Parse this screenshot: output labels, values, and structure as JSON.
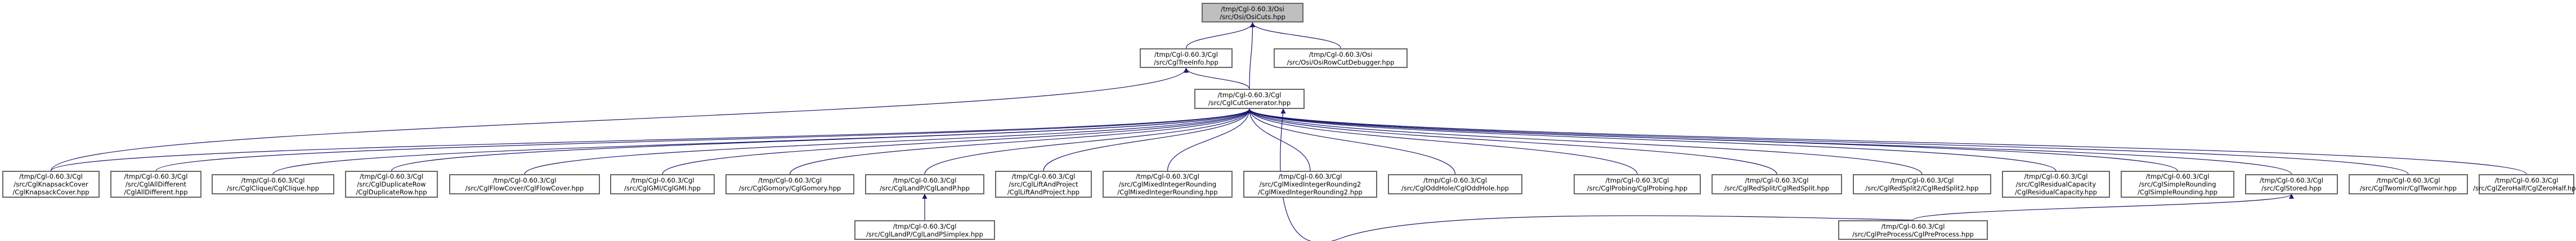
{
  "colors": {
    "edge": "#191970",
    "node_border": "#666666",
    "root_fill": "#bfbfbf",
    "node_fill": "#ffffff"
  },
  "nodes": {
    "root": {
      "l1": "/tmp/Cgl-0.60.3/Osi",
      "l2": "/src/Osi/OsiCuts.hpp"
    },
    "treeinfo": {
      "l1": "/tmp/Cgl-0.60.3/Cgl",
      "l2": "/src/CglTreeInfo.hpp"
    },
    "rowcutdbg": {
      "l1": "/tmp/Cgl-0.60.3/Osi",
      "l2": "/src/Osi/OsiRowCutDebugger.hpp"
    },
    "cutgen": {
      "l1": "/tmp/Cgl-0.60.3/Cgl",
      "l2": "/src/CglCutGenerator.hpp"
    },
    "knapsack": {
      "l1": "/tmp/Cgl-0.60.3/Cgl",
      "l2": "/src/CglKnapsackCover",
      "l3": "/CglKnapsackCover.hpp"
    },
    "alldiff": {
      "l1": "/tmp/Cgl-0.60.3/Cgl",
      "l2": "/src/CglAllDifferent",
      "l3": "/CglAllDifferent.hpp"
    },
    "clique": {
      "l1": "/tmp/Cgl-0.60.3/Cgl",
      "l2": "/src/CglClique/CglClique.hpp"
    },
    "duprow": {
      "l1": "/tmp/Cgl-0.60.3/Cgl",
      "l2": "/src/CglDuplicateRow",
      "l3": "/CglDuplicateRow.hpp"
    },
    "flowcover": {
      "l1": "/tmp/Cgl-0.60.3/Cgl",
      "l2": "/src/CglFlowCover/CglFlowCover.hpp"
    },
    "gmi": {
      "l1": "/tmp/Cgl-0.60.3/Cgl",
      "l2": "/src/CglGMI/CglGMI.hpp"
    },
    "gomory": {
      "l1": "/tmp/Cgl-0.60.3/Cgl",
      "l2": "/src/CglGomory/CglGomory.hpp"
    },
    "landp": {
      "l1": "/tmp/Cgl-0.60.3/Cgl",
      "l2": "/src/CglLandP/CglLandP.hpp"
    },
    "liftandproj": {
      "l1": "/tmp/Cgl-0.60.3/Cgl",
      "l2": "/src/CglLiftAndProject",
      "l3": "/CglLiftAndProject.hpp"
    },
    "mir": {
      "l1": "/tmp/Cgl-0.60.3/Cgl",
      "l2": "/src/CglMixedIntegerRounding",
      "l3": "/CglMixedIntegerRounding.hpp"
    },
    "mir2": {
      "l1": "/tmp/Cgl-0.60.3/Cgl",
      "l2": "/src/CglMixedIntegerRounding2",
      "l3": "/CglMixedIntegerRounding2.hpp"
    },
    "oddhole": {
      "l1": "/tmp/Cgl-0.60.3/Cgl",
      "l2": "/src/CglOddHole/CglOddHole.hpp"
    },
    "probing": {
      "l1": "/tmp/Cgl-0.60.3/Cgl",
      "l2": "/src/CglProbing/CglProbing.hpp"
    },
    "redsplit": {
      "l1": "/tmp/Cgl-0.60.3/Cgl",
      "l2": "/src/CglRedSplit/CglRedSplit.hpp"
    },
    "redsplit2": {
      "l1": "/tmp/Cgl-0.60.3/Cgl",
      "l2": "/src/CglRedSplit2/CglRedSplit2.hpp"
    },
    "rescap": {
      "l1": "/tmp/Cgl-0.60.3/Cgl",
      "l2": "/src/CglResidualCapacity",
      "l3": "/CglResidualCapacity.hpp"
    },
    "simplernd": {
      "l1": "/tmp/Cgl-0.60.3/Cgl",
      "l2": "/src/CglSimpleRounding",
      "l3": "/CglSimpleRounding.hpp"
    },
    "stored": {
      "l1": "/tmp/Cgl-0.60.3/Cgl",
      "l2": "/src/CglStored.hpp"
    },
    "twomir": {
      "l1": "/tmp/Cgl-0.60.3/Cgl",
      "l2": "/src/CglTwomir/CglTwomir.hpp"
    },
    "zerohalf": {
      "l1": "/tmp/Cgl-0.60.3/Cgl",
      "l2": "/src/CglZeroHalf/CglZeroHalf.hpp"
    },
    "landpsimplex": {
      "l1": "/tmp/Cgl-0.60.3/Cgl",
      "l2": "/src/CglLandP/CglLandPSimplex.hpp"
    },
    "preprocess": {
      "l1": "/tmp/Cgl-0.60.3/Cgl",
      "l2": "/src/CglPreProcess/CglPreProcess.hpp"
    }
  },
  "edges": [
    [
      "treeinfo",
      "root"
    ],
    [
      "rowcutdbg",
      "root"
    ],
    [
      "cutgen",
      "root"
    ],
    [
      "cutgen",
      "treeinfo"
    ],
    [
      "knapsack",
      "treeinfo"
    ],
    [
      "knapsack",
      "cutgen"
    ],
    [
      "alldiff",
      "cutgen"
    ],
    [
      "clique",
      "cutgen"
    ],
    [
      "duprow",
      "cutgen"
    ],
    [
      "flowcover",
      "cutgen"
    ],
    [
      "gmi",
      "cutgen"
    ],
    [
      "gomory",
      "cutgen"
    ],
    [
      "landp",
      "cutgen"
    ],
    [
      "liftandproj",
      "cutgen"
    ],
    [
      "mir",
      "cutgen"
    ],
    [
      "mir2",
      "cutgen"
    ],
    [
      "oddhole",
      "cutgen"
    ],
    [
      "probing",
      "cutgen"
    ],
    [
      "redsplit",
      "cutgen"
    ],
    [
      "redsplit2",
      "cutgen"
    ],
    [
      "rescap",
      "cutgen"
    ],
    [
      "simplernd",
      "cutgen"
    ],
    [
      "stored",
      "cutgen"
    ],
    [
      "twomir",
      "cutgen"
    ],
    [
      "zerohalf",
      "cutgen"
    ],
    [
      "preprocess",
      "cutgen"
    ],
    [
      "landpsimplex",
      "landp"
    ],
    [
      "preprocess",
      "stored"
    ]
  ]
}
